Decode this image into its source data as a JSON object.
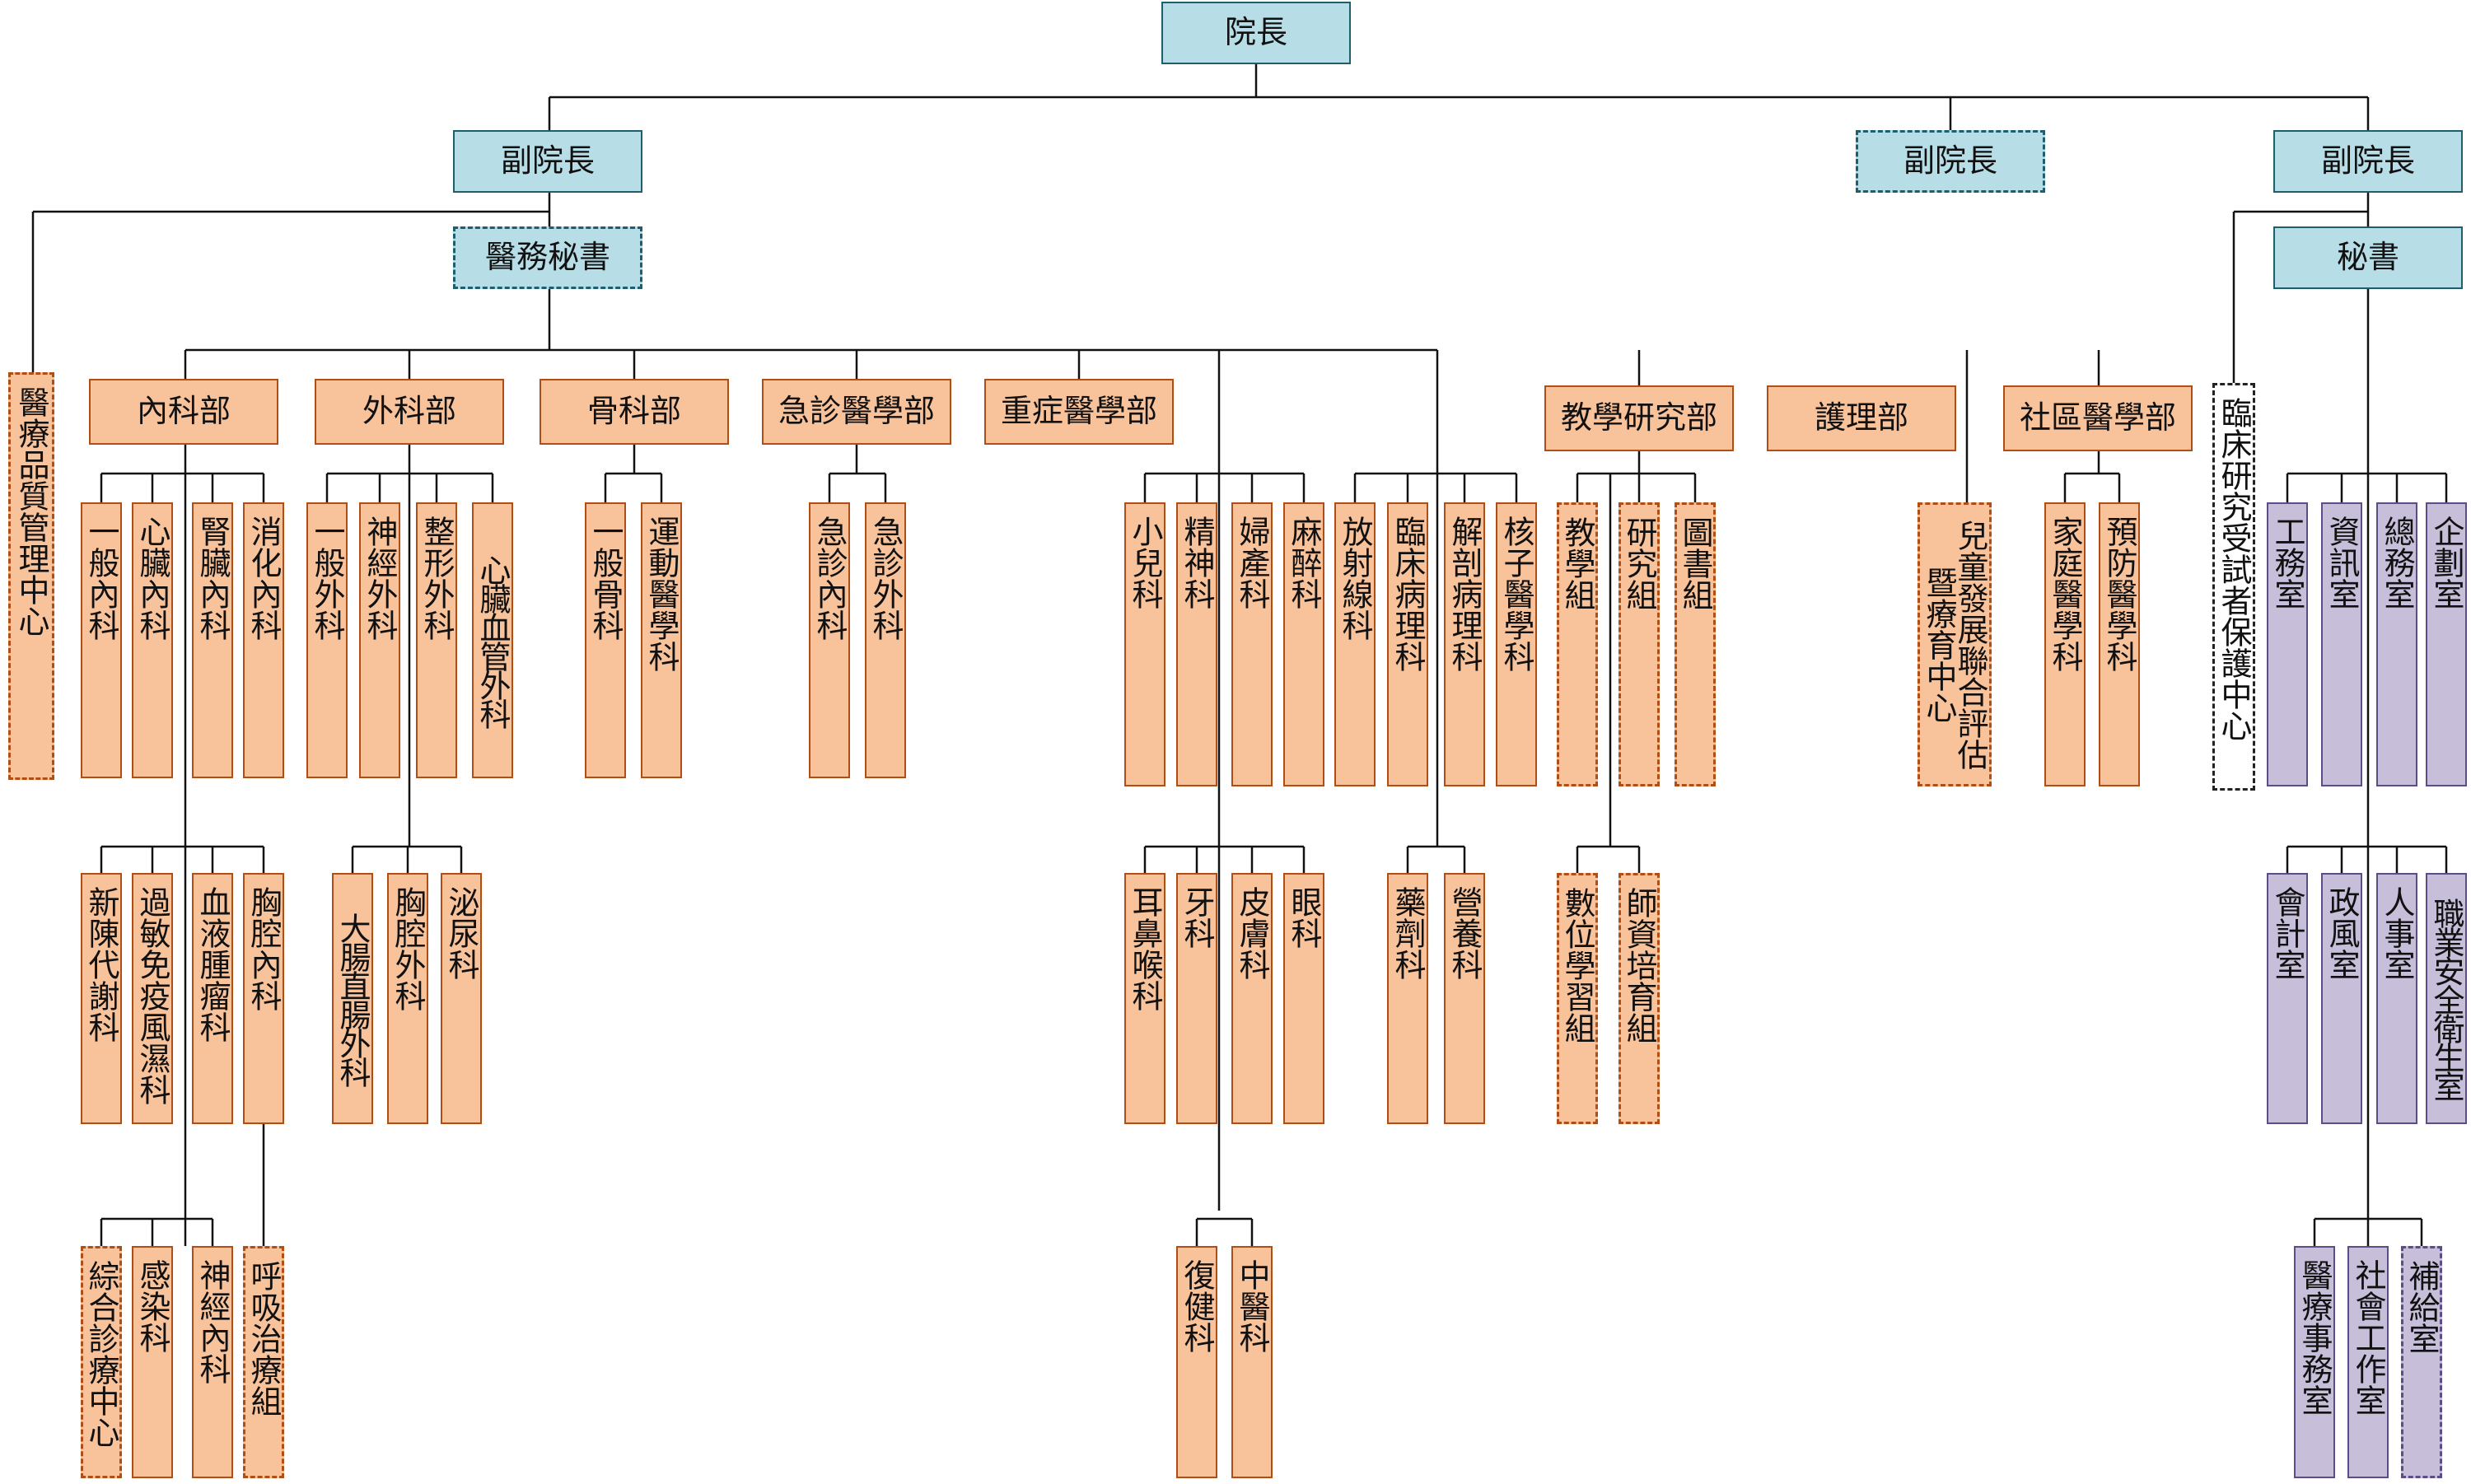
{
  "top": {
    "president": "院長",
    "vp_left": "副院長",
    "vp_mid": "副院長",
    "vp_right": "副院長",
    "medical_secretary": "醫務秘書",
    "secretary": "秘書",
    "quality_center": "醫療品質管理中心",
    "clinical_protection": "臨床研究受試者保護中心"
  },
  "departments": {
    "internal": "內科部",
    "surgery": "外科部",
    "ortho": "骨科部",
    "emergency": "急診醫學部",
    "critical": "重症醫學部",
    "teaching": "教學研究部",
    "nursing": "護理部",
    "community": "社區醫學部"
  },
  "internal": {
    "row1": [
      "一般內科",
      "心臟內科",
      "腎臟內科",
      "消化內科"
    ],
    "row2": [
      "新陳代謝科",
      "過敏免疫風濕科",
      "血液腫瘤科",
      "胸腔內科"
    ],
    "row3": [
      "綜合診療中心",
      "感染科",
      "神經內科",
      "呼吸治療組"
    ]
  },
  "surgery": {
    "row1": [
      "一般外科",
      "神經外科",
      "整形外科",
      "心臟血管外科"
    ],
    "row2": [
      "大腸直腸外科",
      "胸腔外科",
      "泌尿科"
    ]
  },
  "ortho": {
    "row1": [
      "一般骨科",
      "運動醫學科"
    ]
  },
  "emergency": {
    "row1": [
      "急診內科",
      "急診外科"
    ]
  },
  "clinical": {
    "row1a": [
      "小兒科",
      "精神科",
      "婦產科",
      "麻醉科"
    ],
    "row1b": [
      "放射線科",
      "臨床病理科",
      "解剖病理科",
      "核子醫學科"
    ],
    "row2a": [
      "耳鼻喉科",
      "牙科",
      "皮膚科",
      "眼科"
    ],
    "row2b": [
      "藥劑科",
      "營養科"
    ],
    "row3": [
      "復健科",
      "中醫科"
    ]
  },
  "teaching": {
    "row1": [
      "教學組",
      "研究組",
      "圖書組"
    ],
    "row2": [
      "數位學習組",
      "師資培育組"
    ]
  },
  "joint_center": "兒童發展聯合評估暨療育中心",
  "community": {
    "row1": [
      "家庭醫學科",
      "預防醫學科"
    ]
  },
  "admin": {
    "row1": [
      "工務室",
      "資訊室",
      "總務室",
      "企劃室"
    ],
    "row2": [
      "會計室",
      "政風室",
      "人事室",
      "職業安全衛生室"
    ],
    "row3": [
      "醫療事務室",
      "社會工作室",
      "補給室"
    ]
  },
  "colors": {
    "leadership_fill": "#b7dde6",
    "leadership_border": "#1f5f6d",
    "clinical_fill": "#f8c29b",
    "clinical_border": "#b14e16",
    "admin_fill": "#c7bfda",
    "admin_border": "#5c4d86",
    "line": "#111111"
  }
}
